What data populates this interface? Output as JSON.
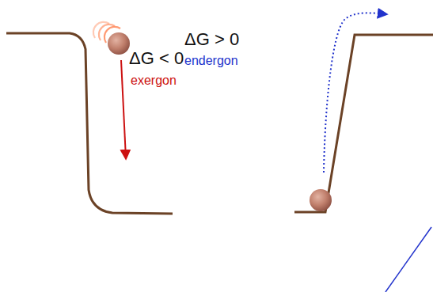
{
  "diagram": {
    "labels": [
      "ΔG < 0",
      "exergon",
      "ΔG > 0",
      "endergon"
    ]
  }
}
